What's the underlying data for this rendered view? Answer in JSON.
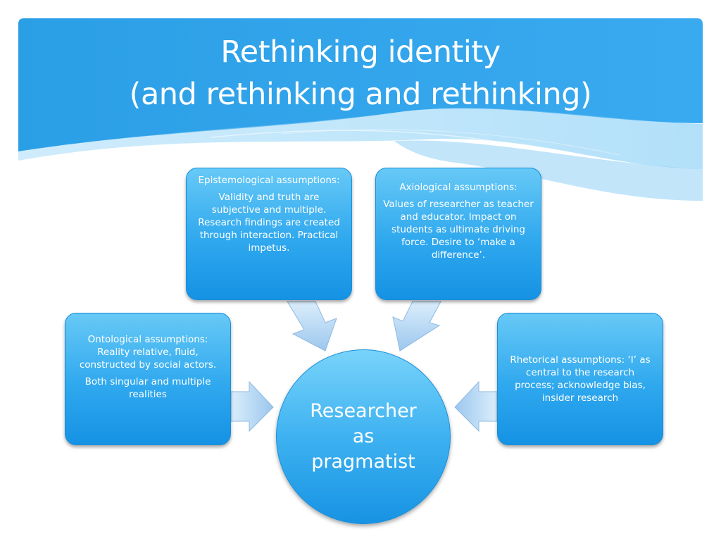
{
  "slide": {
    "title_line1": "Rethinking identity",
    "title_line2": "(and rethinking and rethinking)"
  },
  "diagram": {
    "center": {
      "line1": "Researcher",
      "line2": "as",
      "line3": "pragmatist"
    },
    "epistemological": {
      "heading": "Epistemological assumptions:",
      "body": "Validity and truth are subjective and multiple. Research findings are created through interaction. Practical impetus."
    },
    "axiological": {
      "heading": "Axiological assumptions:",
      "body": "Values of researcher as teacher and educator. Impact on students as ultimate driving force. Desire to ‘make a difference’."
    },
    "ontological": {
      "heading": "Ontological assumptions: Reality relative, fluid, constructed by social actors.",
      "body": "Both singular and multiple realities"
    },
    "rhetorical": {
      "body": "Rhetorical assumptions: ‘I’ as central to the research process; acknowledge bias, insider research"
    }
  },
  "colors": {
    "header_blue": "#2a9ee6",
    "header_light": "#6cc6f5",
    "box_blue": "#2fa8ee",
    "arrow_fill": "#a9cef0"
  }
}
